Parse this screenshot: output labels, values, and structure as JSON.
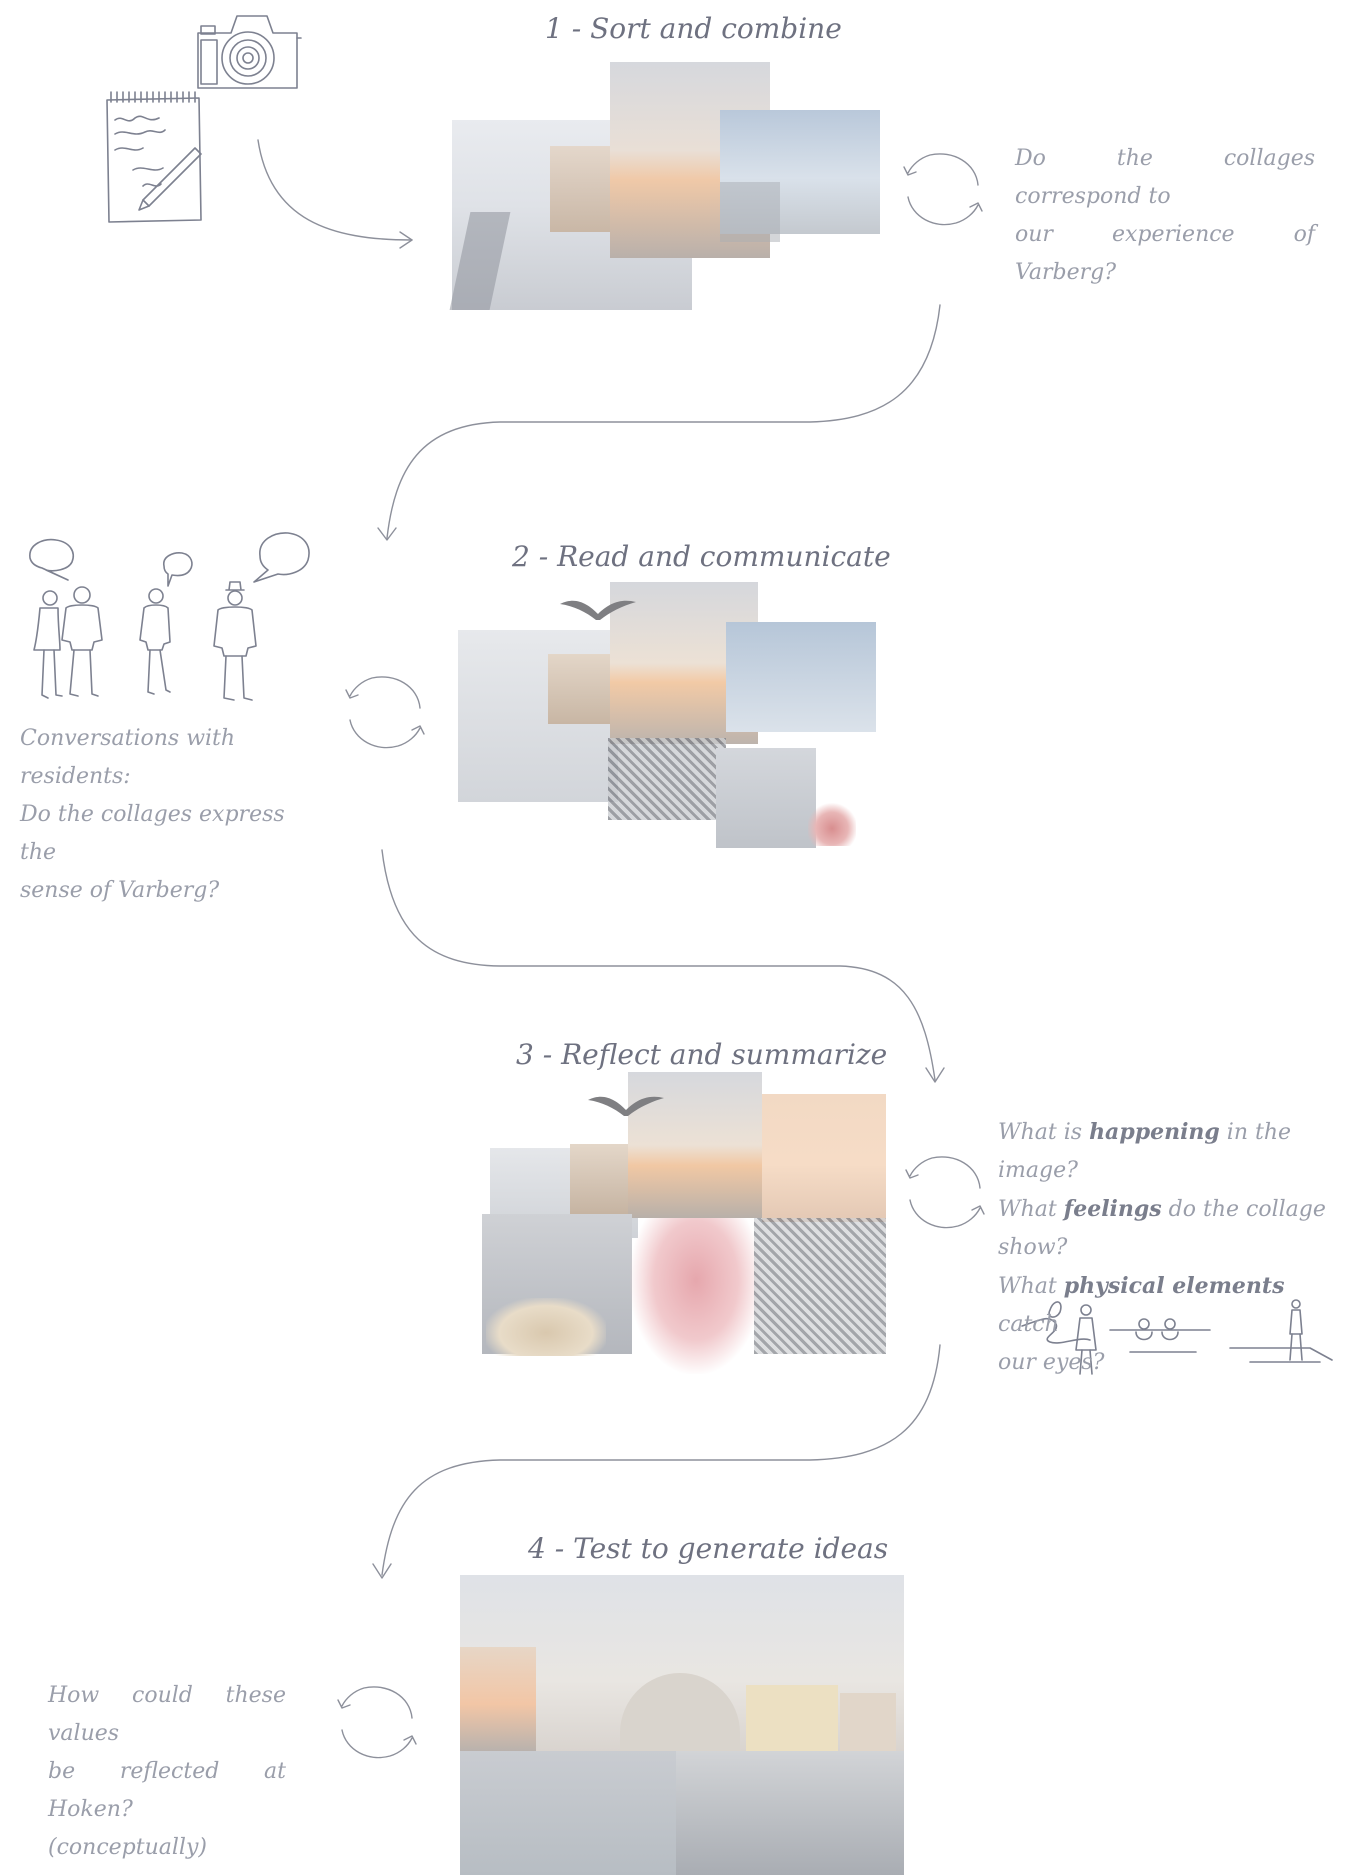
{
  "steps": [
    {
      "title": "1 - Sort and combine"
    },
    {
      "title": "2 - Read and communicate"
    },
    {
      "title": "3 - Reflect and summarize"
    },
    {
      "title": "4 - Test to generate ideas"
    }
  ],
  "notes": {
    "step1": {
      "line1": "Do the collages correspond to",
      "line2": "our experience of Varberg?"
    },
    "step2": {
      "line1": "Conversations with residents:",
      "line2": "Do the collages express the",
      "line3": "sense of Varberg?"
    },
    "step3": {
      "q1_a": "What is ",
      "q1_b": "happening",
      "q1_c": " in the image?",
      "q2_a": "What ",
      "q2_b": "feelings",
      "q2_c": " do the collage show?",
      "q3_a": "What ",
      "q3_b": "physical elements",
      "q3_c": " catch",
      "q4": "our eyes?"
    },
    "step4": {
      "line1": "How could these values",
      "line2": "be reflected at Hoken?",
      "line3": "(conceptually)"
    }
  },
  "icons": [
    "camera-icon",
    "notebook-icon",
    "speech-bubble-icon",
    "people-walking-icon",
    "cycle-arrows-icon",
    "people-by-water-icon"
  ],
  "colors": {
    "text": "#8a8e9a",
    "title": "#6e7180",
    "line": "#8d909b",
    "sketch": "#7d8190",
    "accent_pink": "#d9a3a8"
  }
}
